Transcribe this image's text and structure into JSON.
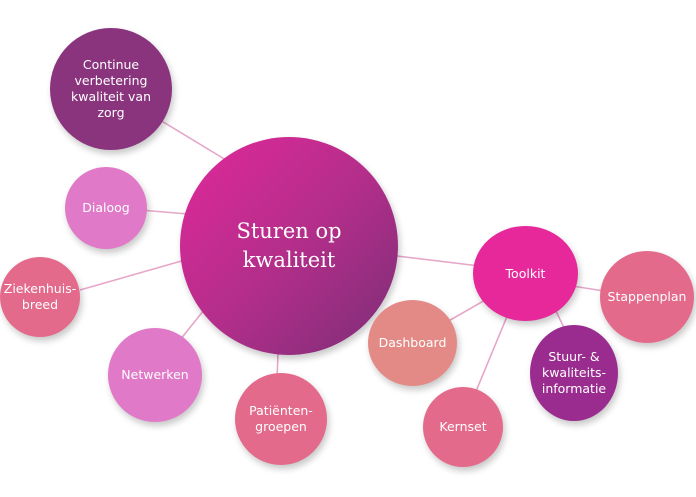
{
  "colors": {
    "line": "#e6a6c8",
    "center": [
      "#e2289b",
      "#7c2e77"
    ],
    "purple": "#8a347e",
    "violet": "#9a2c8f",
    "magenta": "#e6289a",
    "pink": "#e46cb1",
    "orchid": "#e079c8",
    "rose": "#e46a8b",
    "salmon": "#e48a86"
  },
  "center": {
    "line1": "Sturen op",
    "line2": "kwaliteit"
  },
  "nodes": {
    "continue": {
      "lines": [
        "Continue",
        "verbetering",
        "kwaliteit van",
        "zorg"
      ]
    },
    "dialoog": {
      "label": "Dialoog"
    },
    "ziekenhuis": {
      "lines": [
        "Ziekenhuis-",
        "breed"
      ]
    },
    "netwerken": {
      "label": "Netwerken"
    },
    "patienten": {
      "lines": [
        "Patiënten-",
        "groepen"
      ]
    },
    "toolkit": {
      "label": "Toolkit"
    },
    "dashboard": {
      "label": "Dashboard"
    },
    "kernset": {
      "label": "Kernset"
    },
    "stappenplan": {
      "label": "Stappenplan"
    },
    "stuur": {
      "lines": [
        "Stuur- &",
        "kwaliteits-",
        "informatie"
      ]
    }
  }
}
